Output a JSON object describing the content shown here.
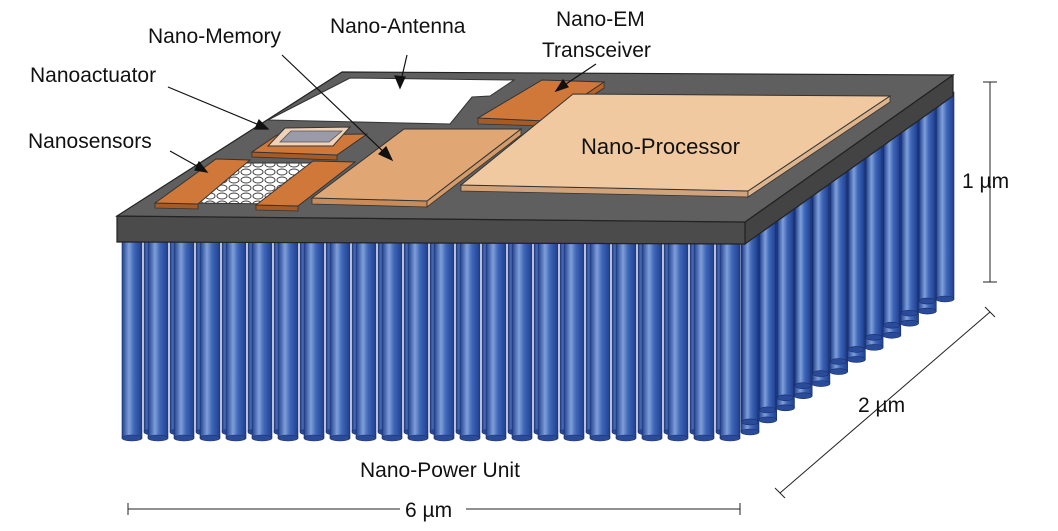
{
  "labels": {
    "nano_antenna": "Nano-Antenna",
    "nano_memory": "Nano-Memory",
    "nanoactuator": "Nanoactuator",
    "nanosensors": "Nanosensors",
    "nano_em_line1": "Nano-EM",
    "nano_em_line2": "Transceiver",
    "nano_processor": "Nano-Processor",
    "nano_power_unit": "Nano-Power Unit"
  },
  "dimensions": {
    "height": "1 µm",
    "depth": "2 µm",
    "width": "6 µm"
  },
  "colors": {
    "board_top": "#5f5f5f",
    "board_front": "#4b4b4b",
    "rod_light": "#7f9fd9",
    "rod_mid": "#3f66b8",
    "rod_dark": "#1f3f8f",
    "orange_component": "#d0783a",
    "tan_component": "#e0a674",
    "processor": "#f0c9a0",
    "antenna": "#ffffff"
  }
}
